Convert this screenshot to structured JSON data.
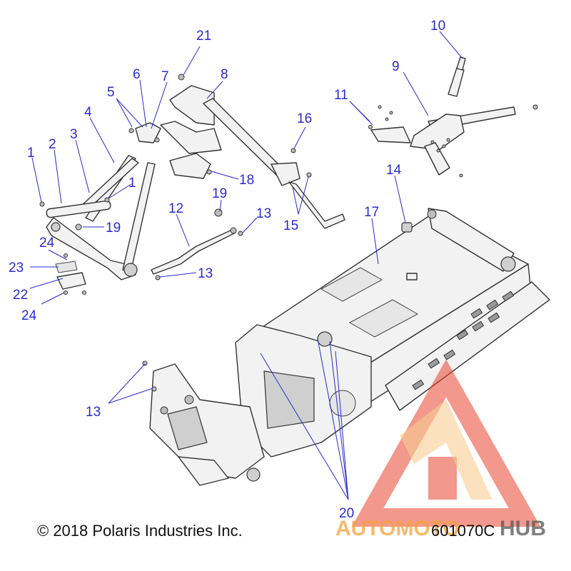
{
  "callouts": [
    "1",
    "2",
    "3",
    "4",
    "5",
    "6",
    "7",
    "8",
    "9",
    "10",
    "11",
    "12",
    "13",
    "14",
    "15",
    "16",
    "17",
    "18",
    "19",
    "20",
    "21",
    "22",
    "23",
    "24"
  ],
  "footer": {
    "copyright": "© 2018 Polaris Industries Inc.",
    "drawing_number": "601070C"
  },
  "watermark": {
    "text_left": "AUTOMOTO",
    "text_right": "HUB",
    "color_primary": "#e8442f",
    "color_secondary": "#f2a33a",
    "color_text_right": "#555555"
  },
  "colors": {
    "callout": "#2a2ad0",
    "line_art": "#333333"
  }
}
